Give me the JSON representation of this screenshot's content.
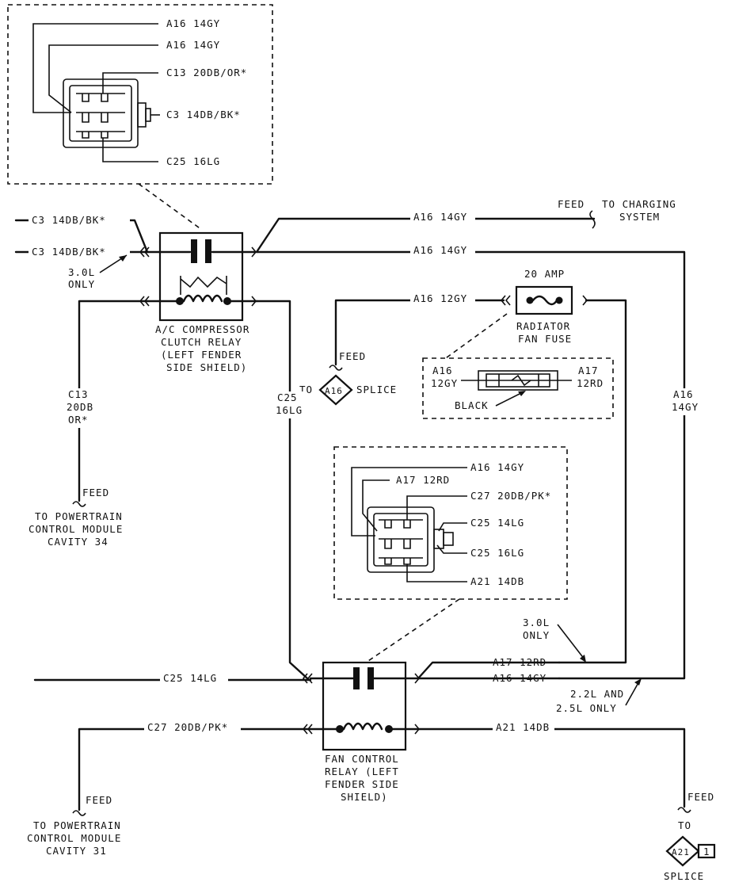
{
  "top_connector": {
    "pins": [
      "A16 14GY",
      "A16 14GY",
      "C13 20DB/OR*",
      "C3 14DB/BK*",
      "C25 16LG"
    ]
  },
  "ac_relay": {
    "inputs": [
      "C3 14DB/BK*",
      "C3 14DB/BK*"
    ],
    "note_l1": "3.0L",
    "note_l2": "ONLY",
    "label": [
      "A/C COMPRESSOR",
      "CLUTCH RELAY",
      "(LEFT FENDER",
      "SIDE SHIELD)"
    ],
    "left_wire": [
      "C13",
      "20DB",
      "OR*"
    ],
    "feed": "FEED",
    "pcm": [
      "TO POWERTRAIN",
      "CONTROL MODULE",
      "CAVITY 34"
    ]
  },
  "charging": {
    "wire": "A16 14GY",
    "feed": "FEED",
    "to_l1": "TO CHARGING",
    "to_l2": "SYSTEM"
  },
  "main_a16": "A16 14GY",
  "fuse": {
    "amp": "20 AMP",
    "wire_in": "A16 12GY",
    "label_l1": "RADIATOR",
    "label_l2": "FAN FUSE",
    "feed": "FEED",
    "to": "TO",
    "splice_id": "A16",
    "splice": "SPLICE",
    "detail_left": [
      "A16",
      "12GY"
    ],
    "detail_right": [
      "A17",
      "12RD"
    ],
    "detail_black": "BLACK"
  },
  "c25_vertical": [
    "C25",
    "16LG"
  ],
  "a16_right": [
    "A16",
    "14GY"
  ],
  "fan_connector": {
    "pins": [
      "A16 14GY",
      "A17 12RD",
      "C27 20DB/PK*",
      "C25 14LG",
      "C25 16LG",
      "A21 14DB"
    ]
  },
  "fan_relay": {
    "note30_l1": "3.0L",
    "note30_l2": "ONLY",
    "a17": "A17 12RD",
    "a16": "A16 14GY",
    "note22_l1": "2.2L AND",
    "note22_l2": "2.5L ONLY",
    "c25": "C25 14LG",
    "c27": "C27 20DB/PK*",
    "a21": "A21 14DB",
    "label": [
      "FAN CONTROL",
      "RELAY (LEFT",
      "FENDER SIDE",
      "SHIELD)"
    ],
    "feed_left": "FEED",
    "pcm": [
      "TO POWERTRAIN",
      "CONTROL MODULE",
      "CAVITY 31"
    ],
    "feed_right": "FEED",
    "to": "TO",
    "splice_id": "A21",
    "splice_num": "1",
    "splice": "SPLICE"
  }
}
